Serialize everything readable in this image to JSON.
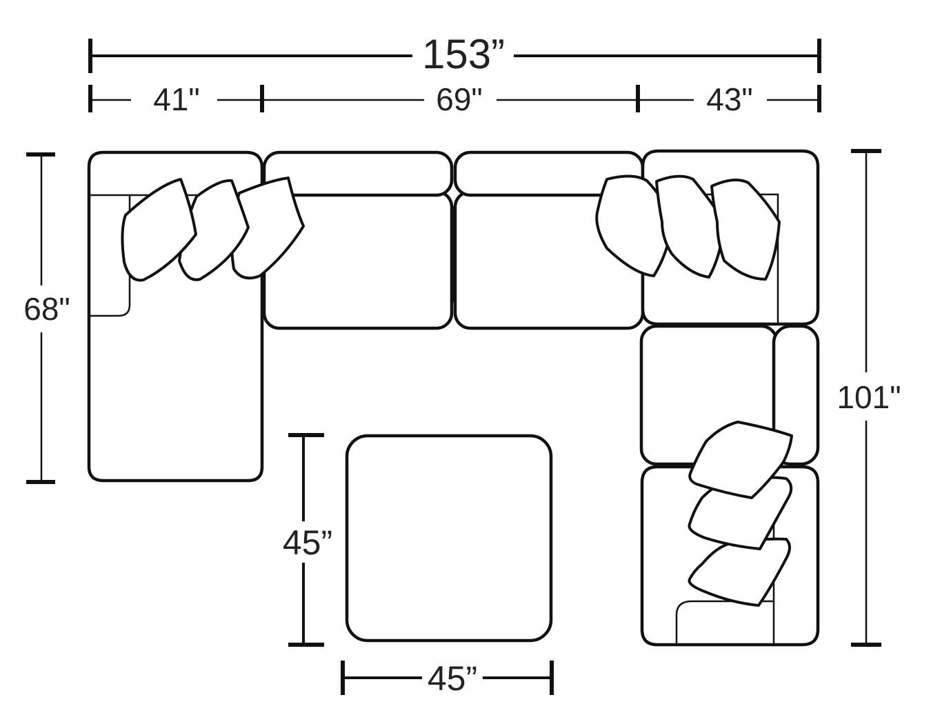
{
  "dimensions": {
    "overall_width": "153”",
    "left_section_width": "41\"",
    "middle_section_width": "69\"",
    "right_section_width": "43\"",
    "left_depth": "68\"",
    "right_depth": "101\"",
    "ottoman_depth": "45”",
    "ottoman_width": "45”"
  },
  "colors": {
    "line": "#111111",
    "text": "#222222",
    "background": "#ffffff"
  }
}
